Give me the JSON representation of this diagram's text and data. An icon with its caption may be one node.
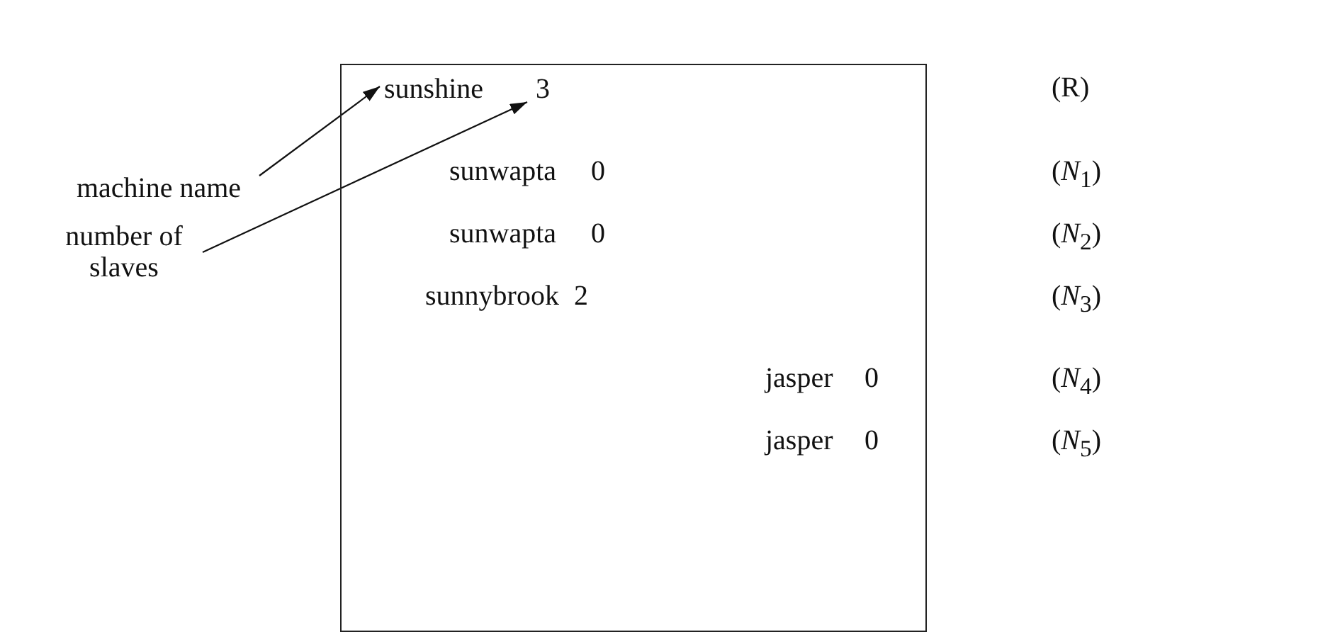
{
  "diagram": {
    "nodes": [
      {
        "text": [],
        "shape": "box"
      },
      {
        "text": [
          "sunshine"
        ],
        "in": 0
      },
      {
        "text": [
          "3"
        ],
        "in": 0
      },
      {
        "text": [
          "machine name"
        ]
      },
      {
        "text": [
          "number of slaves"
        ]
      }
    ],
    "edges": [
      {
        "from": 3,
        "to": 1,
        "arrow": "to"
      },
      {
        "from": 4,
        "to": 2,
        "arrow": "to"
      }
    ],
    "labels": [
      "(R)",
      "sunwapta",
      "0",
      "(*N*$_{1}$)",
      "sunwapta",
      "0",
      "(*N*$_{2}$)",
      "sunnybrook",
      "2",
      "(*N*$_{3}$)",
      "jasper",
      "0",
      "(*N*$_{4}$)",
      "jasper",
      "0",
      "(*N*$_{5}$)"
    ]
  }
}
